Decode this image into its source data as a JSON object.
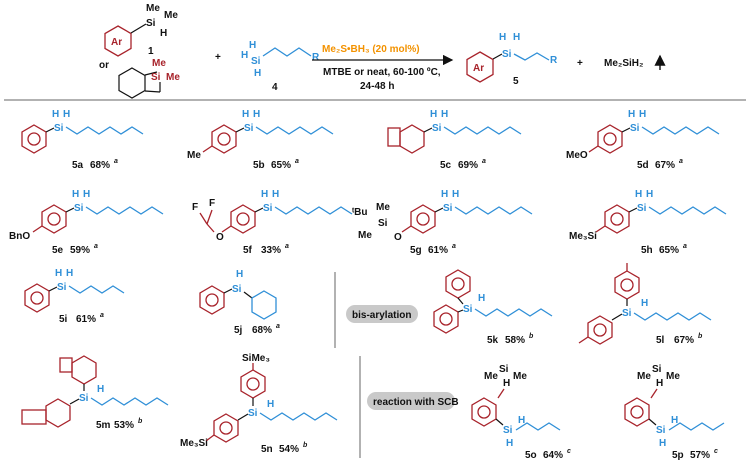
{
  "scheme": {
    "reagent1_label": "1",
    "reagent1_substituent": "Ar",
    "reagent1_si": "Si",
    "reagent1_me_a": "Me",
    "reagent1_me_b": "Me",
    "reagent1_h": "H",
    "or_text": "or",
    "scb_si": "Si",
    "scb_me_a": "Me",
    "scb_me_b": "Me",
    "plus1": "+",
    "reagent4_label": "4",
    "reagent4_r": "R",
    "reagent4_si": "Si",
    "reagent4_h": "H",
    "catalyst": "Me₂S•BH₃ (20 mol%)",
    "conditions_line1": "MTBE or neat, 60-100 ºC,",
    "conditions_line2": "24-48 h",
    "product_label": "5",
    "product_substituent": "Ar",
    "product_si": "Si",
    "product_h": "H",
    "product_r": "R",
    "plus2": "+",
    "byproduct": "Me₂SiH₂"
  },
  "compounds": [
    {
      "id": "5a",
      "yield": "68%",
      "note": "a"
    },
    {
      "id": "5b",
      "yield": "65%",
      "note": "a"
    },
    {
      "id": "5c",
      "yield": "69%",
      "note": "a"
    },
    {
      "id": "5d",
      "yield": "67%",
      "note": "a"
    },
    {
      "id": "5e",
      "yield": "59%",
      "note": "a"
    },
    {
      "id": "5f",
      "yield": "33%",
      "note": "a"
    },
    {
      "id": "5g",
      "yield": "61%",
      "note": "a"
    },
    {
      "id": "5h",
      "yield": "65%",
      "note": "a"
    },
    {
      "id": "5i",
      "yield": "61%",
      "note": "a"
    },
    {
      "id": "5j",
      "yield": "68%",
      "note": "a"
    },
    {
      "id": "5k",
      "yield": "58%",
      "note": "b"
    },
    {
      "id": "5l",
      "yield": "67%",
      "note": "b"
    },
    {
      "id": "5m",
      "yield": "53%",
      "note": "b"
    },
    {
      "id": "5n",
      "yield": "54%",
      "note": "b"
    },
    {
      "id": "5o",
      "yield": "64%",
      "note": "c"
    },
    {
      "id": "5p",
      "yield": "57%",
      "note": "c"
    }
  ],
  "section_labels": {
    "bis_arylation": "bis-arylation",
    "reaction_with_scb": "reaction with SCB"
  },
  "substituents": {
    "me": "Me",
    "meo": "MeO",
    "bno": "BnO",
    "f": "F",
    "o": "O",
    "tbu": "ᵗBu",
    "si": "Si",
    "me3si": "Me₃Si",
    "sime3": "SiMe₃",
    "h": "H"
  },
  "colors": {
    "aryl_red": "#a8232b",
    "silane_blue": "#2f8fd7",
    "catalyst_orange": "#f39200",
    "pill_gray": "#c9c9c9"
  }
}
